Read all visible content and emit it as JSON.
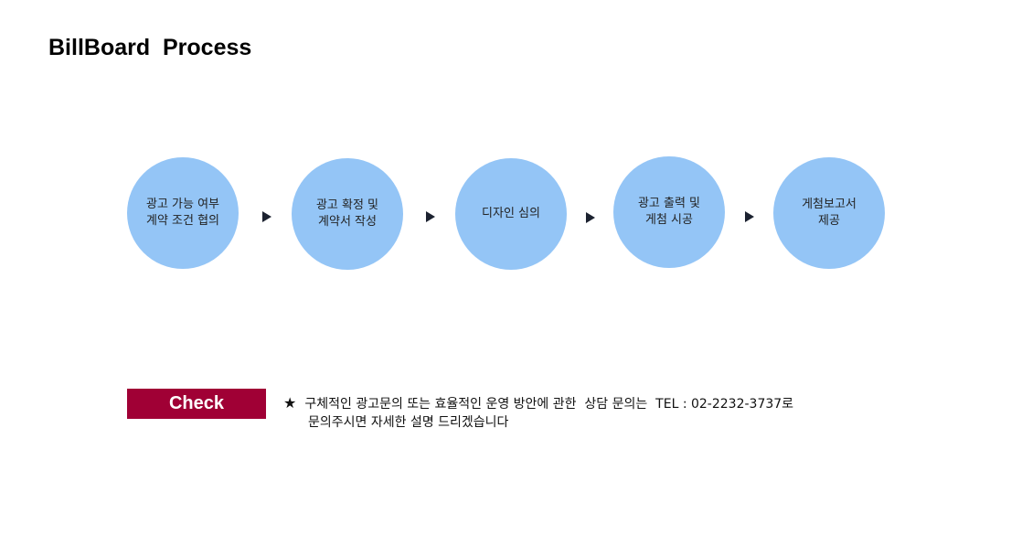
{
  "header": {
    "title": "BillBoard  Process"
  },
  "process": {
    "steps": [
      {
        "line1": "광고 가능 여부",
        "line2": "계약 조건 협의"
      },
      {
        "line1": "광고 확정 및",
        "line2": "계약서 작성"
      },
      {
        "line1": "디자인 심의",
        "line2": ""
      },
      {
        "line1": "광고 출력 및",
        "line2": "게첨 시공"
      },
      {
        "line1": "게첨보고서",
        "line2": "제공"
      }
    ],
    "colors": {
      "circle": "#94c5f6",
      "arrow": "#1c2230"
    },
    "arrow_icon": "triangle-right-icon"
  },
  "check": {
    "label": "Check",
    "color": "#a00035"
  },
  "notice": {
    "star_icon": "★",
    "line1": "구체적인 광고문의 또는 효율적인 운영 방안에 관한  상담 문의는  TEL : 02-2232-3737로",
    "line2": "문의주시면 자세한 설명 드리겠습니다"
  }
}
